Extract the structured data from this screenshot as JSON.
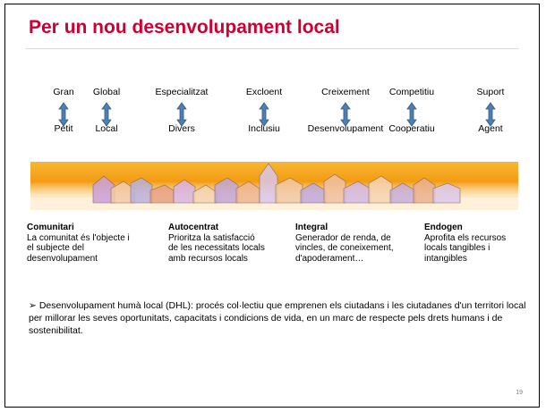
{
  "title": "Per un nou desenvolupament local",
  "pairs": [
    {
      "top": "Gran",
      "bottom": "Petit"
    },
    {
      "top": "Global",
      "bottom": "Local"
    },
    {
      "top": "Especialitzat",
      "bottom": "Divers"
    },
    {
      "top": "Excloent",
      "bottom": "Inclusiu"
    },
    {
      "top": "Creixement",
      "bottom": "Desenvolupament"
    },
    {
      "top": "Competitiu",
      "bottom": "Cooperatiu"
    },
    {
      "top": "Suport",
      "bottom": "Agent"
    }
  ],
  "columns": [
    {
      "head": "Comunitari",
      "body": "La comunitat és l'objecte i el subjecte del desenvolupament"
    },
    {
      "head": "Autocentrat",
      "body": "Prioritza la satisfacció de les necessitats locals amb recursos locals"
    },
    {
      "head": "Integral",
      "body": "Generador de renda, de vincles, de coneixement, d'apoderament…"
    },
    {
      "head": "Endogen",
      "body": "Aprofita els recursos locals tangibles i intangibles"
    }
  ],
  "bullet_mark": "➢",
  "bullet_text": "Desenvolupament humà local (DHL): procés col·lectiu que emprenen els ciutadans i les ciutadanes d'un territori local per millorar les seves oportunitats, capacitats i condicions de vida, en un marc de respecte pels drets humans i de sostenibilitat.",
  "page_number": "19",
  "colors": {
    "title": "#cc0033",
    "arrow": "#4f7fb1",
    "band": "#f39c12"
  }
}
